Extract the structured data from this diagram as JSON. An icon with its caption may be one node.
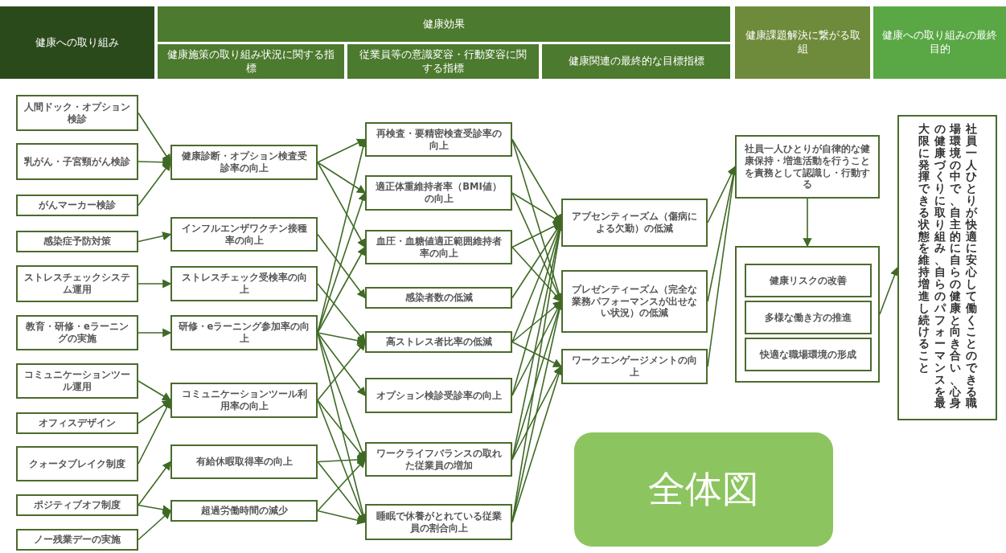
{
  "diagram": {
    "nodes": [
      {
        "text": [
          "健康への取り組み"
        ]
      },
      {
        "text": [
          "健康効果"
        ]
      },
      {
        "text": [
          "健康施策の取り組み状況に関する指標"
        ]
      },
      {
        "text": [
          "従業員等の意識変容・行動変容に関する指標"
        ]
      },
      {
        "text": [
          "健康関連の最終的な目標指標"
        ]
      },
      {
        "text": [
          "健康課題解決に繋がる取組"
        ]
      },
      {
        "text": [
          "健康への取り組みの最終目的"
        ]
      },
      {
        "text": [
          "人間ドック・オプション検診"
        ]
      },
      {
        "text": [
          "乳がん・子宮頸がん検診"
        ]
      },
      {
        "text": [
          "がんマーカー検診"
        ]
      },
      {
        "text": [
          "感染症予防対策"
        ]
      },
      {
        "text": [
          "ストレスチェックシステム運用"
        ]
      },
      {
        "text": [
          "教育・研修・eラーニングの実施"
        ]
      },
      {
        "text": [
          "コミュニケーションツール運用"
        ]
      },
      {
        "text": [
          "オフィスデザイン"
        ]
      },
      {
        "text": [
          "クォータブレイク制度"
        ]
      },
      {
        "text": [
          "ポジティブオフ制度"
        ]
      },
      {
        "text": [
          "ノー残業デーの実施"
        ]
      },
      {
        "text": [
          "健康診断・オプション検査受診率の向上"
        ]
      },
      {
        "text": [
          "インフルエンザワクチン接種率の向上"
        ]
      },
      {
        "text": [
          "ストレスチェック受検率の向上"
        ]
      },
      {
        "text": [
          "研修・eラーニング参加率の向上"
        ]
      },
      {
        "text": [
          "コミュニケーションツール利用率の向上"
        ]
      },
      {
        "text": [
          "有給休暇取得率の向上"
        ]
      },
      {
        "text": [
          "超過労働時間の減少"
        ]
      },
      {
        "text": [
          "再検査・要精密検査受診率の向上"
        ]
      },
      {
        "text": [
          "適正体重維持者率（BMI値）の向上"
        ]
      },
      {
        "text": [
          "血圧・血糖値適正範囲維持者率の向上"
        ]
      },
      {
        "text": [
          "感染者数の低減"
        ]
      },
      {
        "text": [
          "高ストレス者比率の低減"
        ]
      },
      {
        "text": [
          "オプション検診受診率の向上"
        ]
      },
      {
        "text": [
          "ワークライフバランスの取れた従業員の増加"
        ]
      },
      {
        "text": [
          "睡眠で休養がとれている従業員の割合向上"
        ]
      },
      {
        "text": [
          "アブセンティーズム（傷病による欠勤）の低減"
        ]
      },
      {
        "text": [
          "プレゼンティーズム（完全な業務パフォーマンスが出せない状況）の低減"
        ]
      },
      {
        "text": [
          "ワークエンゲージメントの向上"
        ]
      },
      {
        "text": [
          "社員一人ひとりが自律的な健康保持・増進活動を行うことを責務として認識し・行動する"
        ]
      },
      {
        "text": [],
        "shape": "box"
      },
      {
        "text": [
          "健康リスクの改善"
        ],
        "in": 37
      },
      {
        "text": [
          "多様な働き方の推進"
        ],
        "in": 37
      },
      {
        "text": [
          "快適な職場環境の形成"
        ],
        "in": 37
      },
      {
        "text": [
          "社員一人ひとりが快適に安心して働くことのできる職場環境の中で、自主的に自らの健康と向き合い、心身の健康づくりに取り組み、自らのパフォーマンスを最大限に発揮できる状態を維持増進し続けること"
        ]
      },
      {
        "text": [
          "全体図"
        ]
      }
    ],
    "edges": [
      {
        "from": 7,
        "to": 18,
        "arrow": "to"
      },
      {
        "from": 8,
        "to": 18,
        "arrow": "to"
      },
      {
        "from": 9,
        "to": 18,
        "arrow": "to"
      },
      {
        "from": 10,
        "to": 19,
        "arrow": "to"
      },
      {
        "from": 11,
        "to": 20,
        "arrow": "to"
      },
      {
        "from": 12,
        "to": 21,
        "arrow": "to"
      },
      {
        "from": 13,
        "to": 22,
        "arrow": "to"
      },
      {
        "from": 14,
        "to": 22,
        "arrow": "to"
      },
      {
        "from": 15,
        "to": 22,
        "arrow": "to"
      },
      {
        "from": 16,
        "to": 23,
        "arrow": "to"
      },
      {
        "from": 16,
        "to": 24,
        "arrow": "to"
      },
      {
        "from": 17,
        "to": 24,
        "arrow": "to"
      },
      {
        "from": 18,
        "to": 25,
        "arrow": "to"
      },
      {
        "from": 18,
        "to": 26,
        "arrow": "to"
      },
      {
        "from": 18,
        "to": 27,
        "arrow": "to"
      },
      {
        "from": 19,
        "to": 28,
        "arrow": "to"
      },
      {
        "from": 20,
        "to": 29,
        "arrow": "to"
      },
      {
        "from": 21,
        "to": 25,
        "arrow": "to"
      },
      {
        "from": 21,
        "to": 26,
        "arrow": "to"
      },
      {
        "from": 21,
        "to": 27,
        "arrow": "to"
      },
      {
        "from": 21,
        "to": 29,
        "arrow": "to"
      },
      {
        "from": 21,
        "to": 30,
        "arrow": "to"
      },
      {
        "from": 21,
        "to": 31,
        "arrow": "to"
      },
      {
        "from": 21,
        "to": 32,
        "arrow": "to"
      },
      {
        "from": 22,
        "to": 29,
        "arrow": "to"
      },
      {
        "from": 22,
        "to": 31,
        "arrow": "to"
      },
      {
        "from": 22,
        "to": 32,
        "arrow": "to"
      },
      {
        "from": 23,
        "to": 31,
        "arrow": "to"
      },
      {
        "from": 23,
        "to": 32,
        "arrow": "to"
      },
      {
        "from": 24,
        "to": 31,
        "arrow": "to"
      },
      {
        "from": 24,
        "to": 32,
        "arrow": "to"
      },
      {
        "from": 25,
        "to": 33,
        "arrow": "to"
      },
      {
        "from": 25,
        "to": 34,
        "arrow": "to"
      },
      {
        "from": 26,
        "to": 33,
        "arrow": "to"
      },
      {
        "from": 26,
        "to": 34,
        "arrow": "to"
      },
      {
        "from": 27,
        "to": 33,
        "arrow": "to"
      },
      {
        "from": 27,
        "to": 34,
        "arrow": "to"
      },
      {
        "from": 28,
        "to": 33,
        "arrow": "to"
      },
      {
        "from": 29,
        "to": 33,
        "arrow": "to"
      },
      {
        "from": 29,
        "to": 34,
        "arrow": "to"
      },
      {
        "from": 29,
        "to": 35,
        "arrow": "to"
      },
      {
        "from": 30,
        "to": 33,
        "arrow": "to"
      },
      {
        "from": 30,
        "to": 34,
        "arrow": "to"
      },
      {
        "from": 31,
        "to": 33,
        "arrow": "to"
      },
      {
        "from": 31,
        "to": 34,
        "arrow": "to"
      },
      {
        "from": 31,
        "to": 35,
        "arrow": "to"
      },
      {
        "from": 32,
        "to": 33,
        "arrow": "to"
      },
      {
        "from": 32,
        "to": 34,
        "arrow": "to"
      },
      {
        "from": 32,
        "to": 35,
        "arrow": "to"
      },
      {
        "from": 33,
        "to": 36,
        "arrow": "to"
      },
      {
        "from": 34,
        "to": 36,
        "arrow": "to"
      },
      {
        "from": 35,
        "to": 36,
        "arrow": "to"
      },
      {
        "from": 36,
        "to": 37,
        "arrow": "to"
      },
      {
        "from": 37,
        "to": 41,
        "arrow": "to"
      }
    ]
  }
}
